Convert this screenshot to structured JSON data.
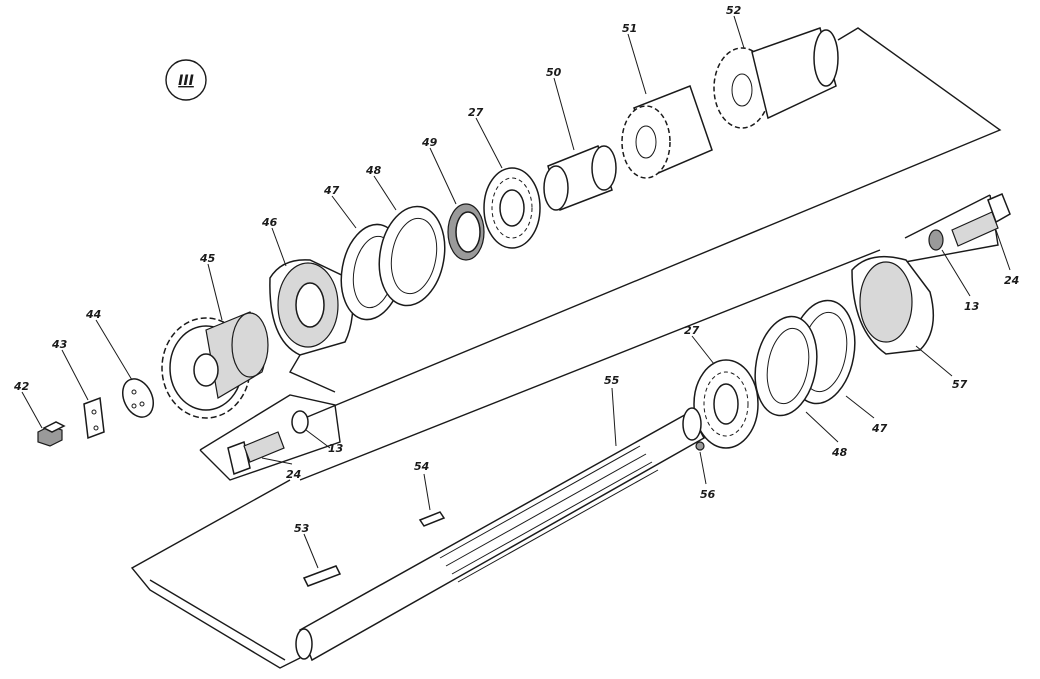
{
  "roman_numeral": "III",
  "labels": {
    "l42": "42",
    "l43": "43",
    "l44": "44",
    "l45": "45",
    "l46": "46",
    "l47a": "47",
    "l48a": "48",
    "l49": "49",
    "l27a": "27",
    "l50": "50",
    "l51": "51",
    "l52": "52",
    "l13a": "13",
    "l24a": "24",
    "l24b": "24",
    "l13b": "13",
    "l57": "57",
    "l47b": "47",
    "l48b": "48",
    "l27b": "27",
    "l55": "55",
    "l56": "56",
    "l54": "54",
    "l53": "53"
  }
}
